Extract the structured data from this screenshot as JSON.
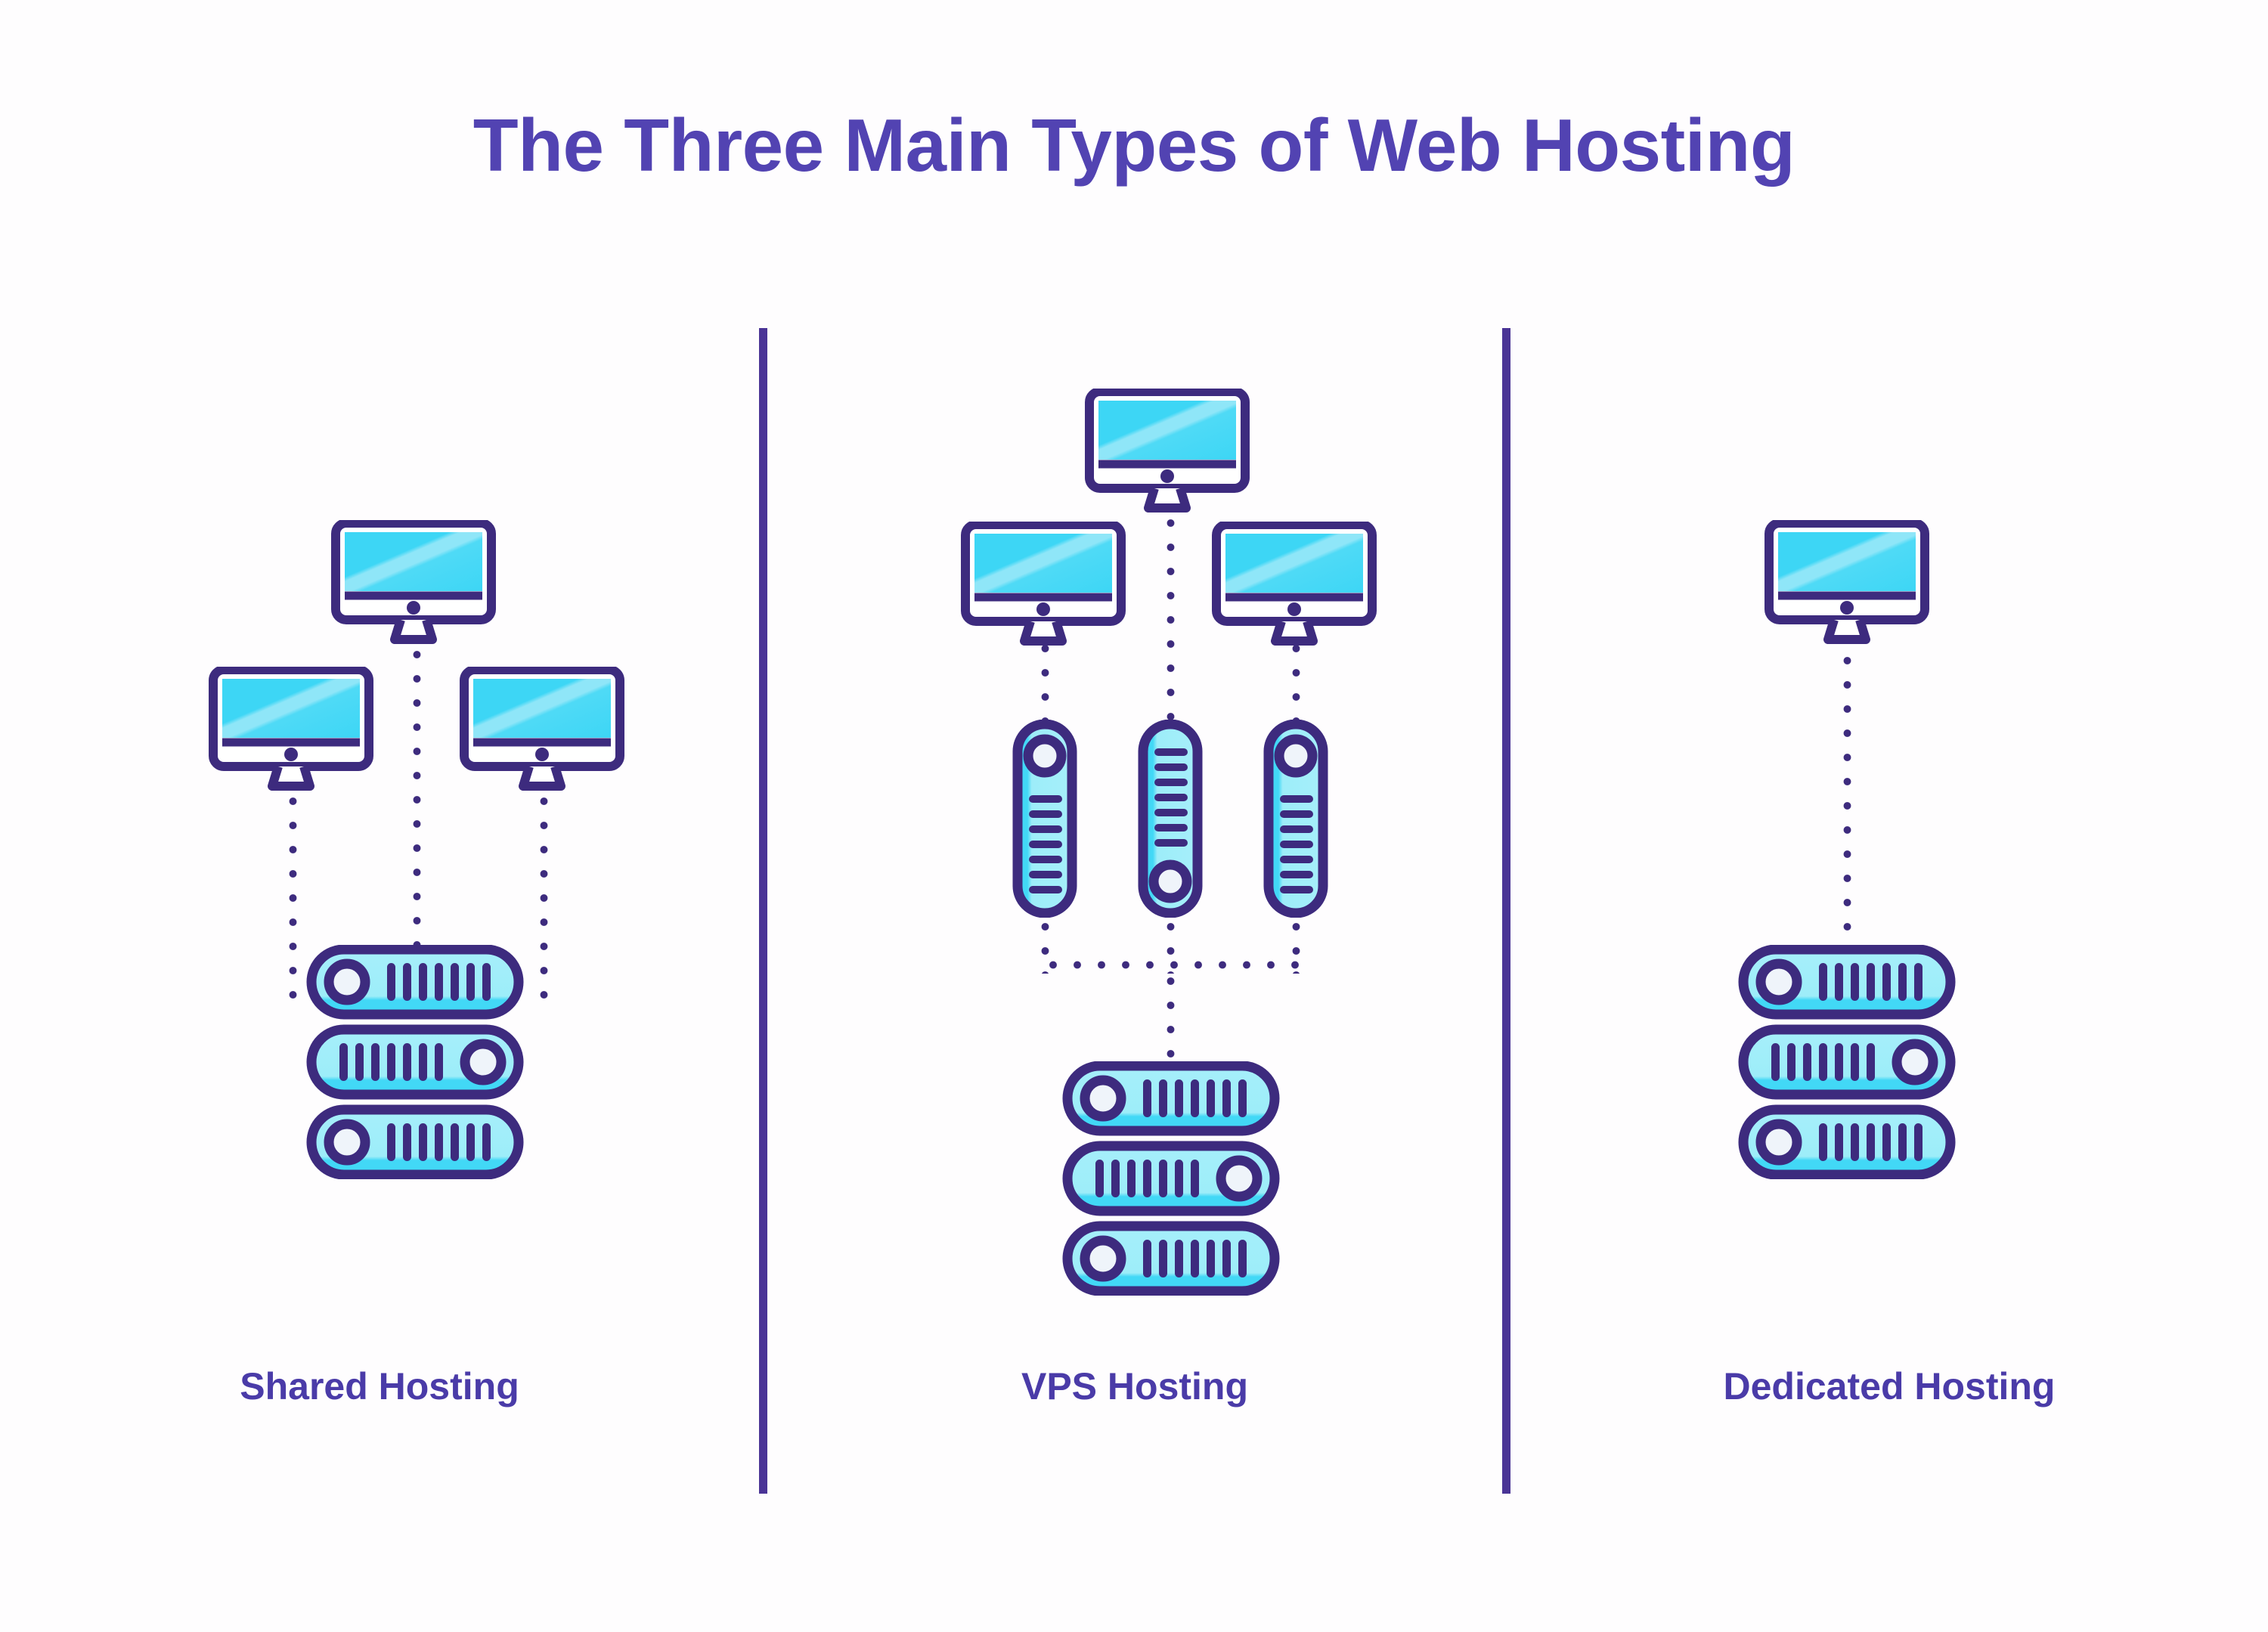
{
  "page": {
    "title": "The Three Main Types of Web Hosting",
    "background_color": "#FEFDFE",
    "title_color": "#5243B2",
    "label_color": "#4A3BA8",
    "outline_color": "#3D2B7E",
    "screen_color": "#3DD6F5",
    "screen_glare_color": "#8FE6F8",
    "server_fill_color": "#9DEDF9",
    "server_fill_bottom_color": "#42D8F6",
    "divider_color": "#4A3496",
    "indicator_color": "#EFF4FA"
  },
  "dividers": [
    {
      "name": "divider-1"
    },
    {
      "name": "divider-2"
    }
  ],
  "columns": [
    {
      "id": "shared",
      "label": "Shared Hosting",
      "monitor_count": 3,
      "monitor_layout": "one-top-center-two-lower-sides",
      "vps_node_count": 0,
      "server_rack_count": 1,
      "server_unit_count": 3,
      "connector_style": "dotted",
      "description_monitors": [
        {
          "name": "monitor-top-center"
        },
        {
          "name": "monitor-left"
        },
        {
          "name": "monitor-right"
        }
      ]
    },
    {
      "id": "vps",
      "label": "VPS Hosting",
      "monitor_count": 3,
      "monitor_layout": "one-top-center-two-lower-sides",
      "vps_node_count": 3,
      "server_rack_count": 1,
      "server_unit_count": 3,
      "connector_style": "dotted",
      "description_monitors": [
        {
          "name": "monitor-top-center"
        },
        {
          "name": "monitor-left"
        },
        {
          "name": "monitor-right"
        }
      ],
      "description_nodes": [
        {
          "name": "vps-node-left",
          "indicator_position": "top"
        },
        {
          "name": "vps-node-center",
          "indicator_position": "bottom"
        },
        {
          "name": "vps-node-right",
          "indicator_position": "top"
        }
      ]
    },
    {
      "id": "dedicated",
      "label": "Dedicated Hosting",
      "monitor_count": 1,
      "monitor_layout": "single-top-center",
      "vps_node_count": 0,
      "server_rack_count": 1,
      "server_unit_count": 3,
      "connector_style": "dotted",
      "description_monitors": [
        {
          "name": "monitor-top-center"
        }
      ]
    }
  ],
  "server_units": [
    {
      "name": "server-unit-1",
      "indicator_position": "left",
      "slot_count": 8
    },
    {
      "name": "server-unit-2",
      "indicator_position": "right",
      "slot_count": 8
    },
    {
      "name": "server-unit-3",
      "indicator_position": "left",
      "slot_count": 8
    }
  ],
  "icons": {
    "monitor": "monitor-icon",
    "server_rack": "server-rack-icon",
    "vps_node": "vps-node-icon",
    "dotted_connector": "dotted-connector-icon"
  }
}
